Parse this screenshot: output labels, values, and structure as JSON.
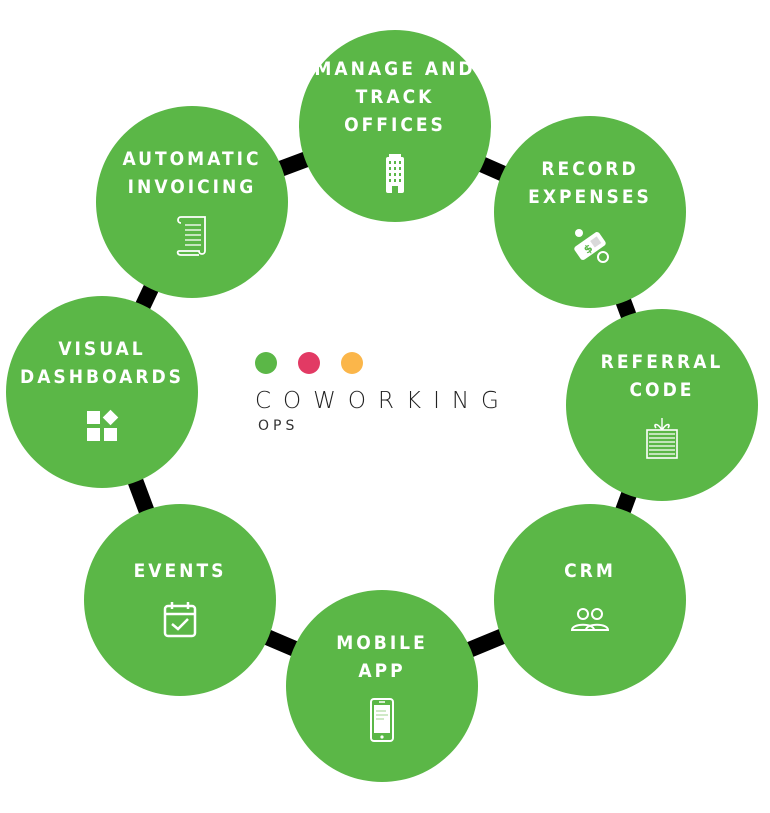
{
  "colors": {
    "node_fill": "#5bb747",
    "ring_stroke": "#000000",
    "dot_green": "#5bb747",
    "dot_pink": "#e23a64",
    "dot_orange": "#fbb64a"
  },
  "logo": {
    "word": "COWORKING",
    "sub": "OPS"
  },
  "nodes": [
    {
      "label": "MANAGE AND\nTRACK\nOFFICES",
      "icon": "office-building-icon"
    },
    {
      "label": "RECORD\nEXPENSES",
      "icon": "money-tag-icon"
    },
    {
      "label": "REFERRAL\nCODE",
      "icon": "gift-icon"
    },
    {
      "label": "CRM",
      "icon": "users-icon"
    },
    {
      "label": "MOBILE\nAPP",
      "icon": "smartphone-icon"
    },
    {
      "label": "EVENTS",
      "icon": "calendar-check-icon"
    },
    {
      "label": "VISUAL\nDASHBOARDS",
      "icon": "dashboard-tiles-icon"
    },
    {
      "label": "AUTOMATIC\nINVOICING",
      "icon": "scroll-invoice-icon"
    }
  ]
}
